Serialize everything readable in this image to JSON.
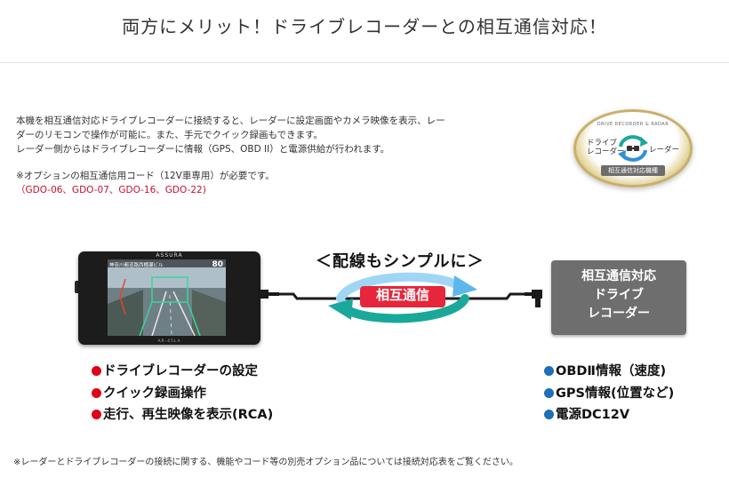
{
  "header": {
    "title": "両方にメリット！ドライブレコーダーとの相互通信対応！"
  },
  "intro": {
    "lines": [
      "本機を相互通信対応ドライブレコーダーに接続すると、レーダーに設定画面やカメラ映像を表示、レー",
      "ダーのリモコンで操作が可能に。また、手元でクイック録画もできます。",
      "レーダー側からはドライブレコーダーに情報（GPS、OBD II）と電源供給が行われます。"
    ],
    "note": "※オプションの相互通信用コード（12V車専用）が必要です。",
    "models": "（GDO-06、GDO-07、GDO-16、GDO-22)"
  },
  "badge": {
    "top_text": "DRIVE RECORDER & RADAR",
    "left_text_1": "ドライブ",
    "left_text_2": "レコーダー",
    "right_text": "レーダー",
    "label": "相互通信対応機種",
    "ring_color": "#c9b06a"
  },
  "radar_device": {
    "brand": "ASSURA",
    "model": "AR-45LA",
    "screen_status": "神奈川都道路西棚瀬ビル",
    "screen_speed": "80"
  },
  "cable": {
    "caption": "＜配線もシンプルに＞",
    "sync_label": "相互通信",
    "arrow_colors": {
      "teal": "#1aa89a",
      "blue": "#2f8fd8"
    }
  },
  "recorder": {
    "line1": "相互通信対応",
    "line2": "ドライブ",
    "line3": "レコーダー"
  },
  "features_left": [
    "ドライブレコーダーの設定",
    "クイック録画操作",
    "走行、再生映像を表示(RCA)"
  ],
  "features_right": [
    "OBDⅡ情報（速度)",
    "GPS情報(位置など)",
    "電源DC12V"
  ],
  "colors": {
    "red_bullet": "#e10019",
    "blue_bullet": "#1d6fb8",
    "recorder_box": "#6e6e6e"
  },
  "footer": {
    "note": "※レーダーとドライブレコーダーの接続に関する、機能やコード等の別売オプション品については接続対応表をご覧ください。"
  }
}
